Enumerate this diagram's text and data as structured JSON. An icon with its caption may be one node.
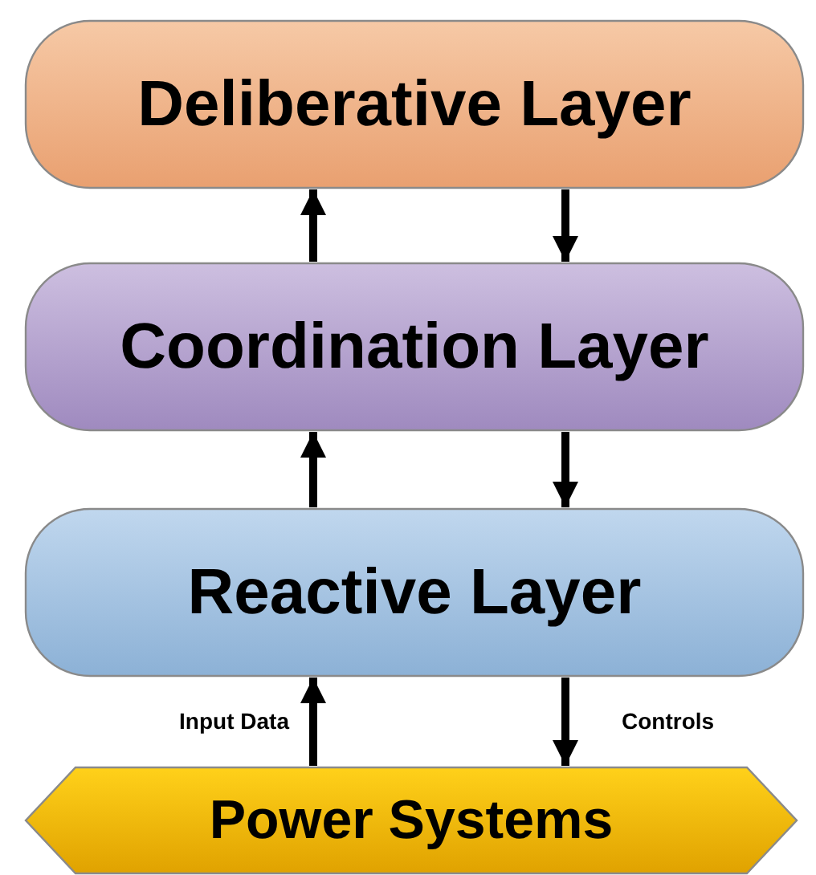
{
  "diagram": {
    "nodes": [
      {
        "text": [
          "Deliberative Layer"
        ]
      },
      {
        "text": [
          "Coordination Layer"
        ]
      },
      {
        "text": [
          "Reactive Layer"
        ]
      },
      {
        "text": [
          "Power Systems"
        ]
      }
    ],
    "edges": [
      {
        "from": 1,
        "to": 0,
        "arrow": "to"
      },
      {
        "from": 0,
        "to": 1,
        "arrow": "to"
      },
      {
        "from": 2,
        "to": 1,
        "arrow": "to"
      },
      {
        "from": 1,
        "to": 2,
        "arrow": "to"
      },
      {
        "from": 3,
        "to": 2,
        "arrow": "to",
        "label": "Input Data"
      },
      {
        "from": 2,
        "to": 3,
        "arrow": "to",
        "label": "Controls"
      }
    ]
  }
}
